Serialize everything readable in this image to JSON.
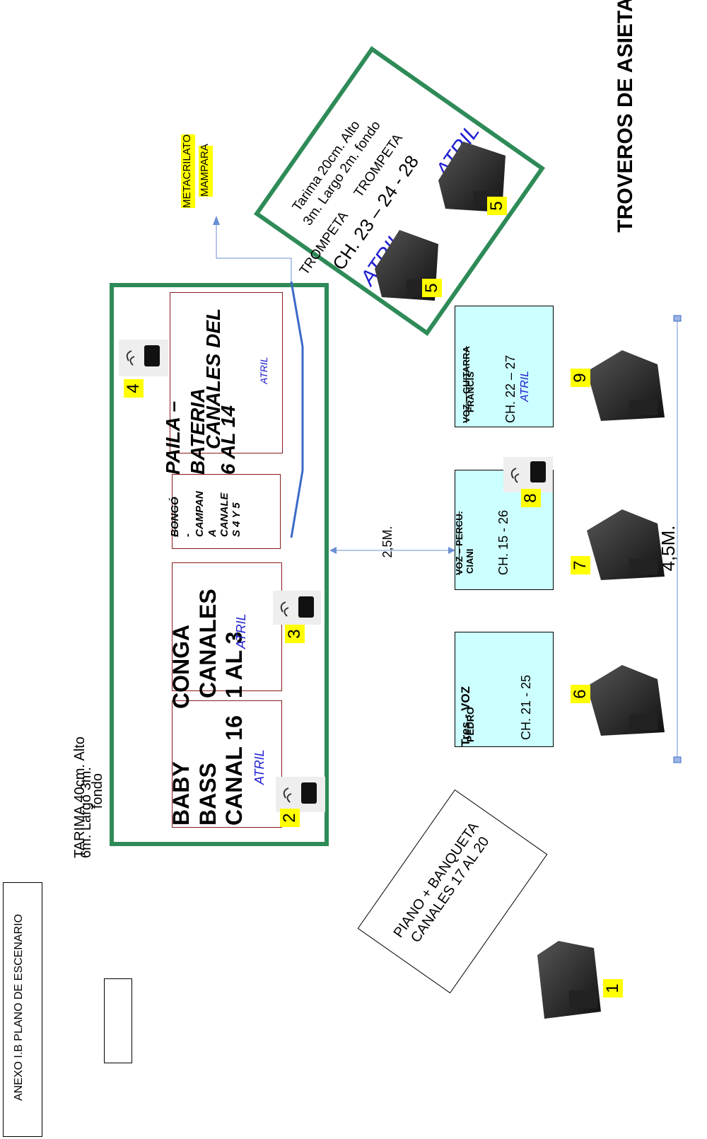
{
  "title": "TROVEROS DE ASIETA",
  "annex": "ANEXO I.B PLANO DE ESCENARIO",
  "tarima_main": {
    "line1": "TARIMA 40cm. Alto",
    "line2": "6m. Largo 3m.",
    "line3": "fondo"
  },
  "tarima_small": {
    "line1": "Tarima 20cm. Alto",
    "line2": "3m. Largo 2m. fondo"
  },
  "trumpets": {
    "left": "TROMPETA",
    "right": "TROMPETA",
    "channels": "CH. 23 – 24 - 28",
    "atril_a": "ATRIL",
    "atril_b": "ATRIL"
  },
  "metacrilato": {
    "line1": "METACRILATO",
    "line2": "MAMPARA"
  },
  "instruments": {
    "baby_bass": {
      "l1": "BABY",
      "l2": "BASS",
      "l3": "CANAL 16",
      "atril": "ATRIL"
    },
    "conga": {
      "l1": "CONGA",
      "l2": "CANALES",
      "l3": "1 AL 3",
      "atril": "ATRIL"
    },
    "bongo": {
      "l1": "BONGÓ",
      "l2": "-",
      "l3": "CAMPAN",
      "l4": "A",
      "l5": "CANALE",
      "l6": "S 4 Y 5"
    },
    "paila": {
      "l1": "PAILA –",
      "l2": "BATERIA",
      "l3": "CANALES DEL",
      "l4": "6 AL 14",
      "atril": "ATRIL"
    }
  },
  "musicians": {
    "pedro": {
      "role": "Tres - VOZ",
      "name": "PEDRO",
      "ch": "CH. 21 - 25"
    },
    "ciani": {
      "role": "VOZ – PERCU.",
      "name": "CIANI",
      "ch": "CH. 15 - 26"
    },
    "francis": {
      "role": "VOZ – GUITARRA",
      "name": "FRANCIS",
      "ch": "CH. 22 – 27",
      "atril": "ATRIL"
    }
  },
  "piano": {
    "l1": "PIANO + BANQUETA",
    "l2": "CANALES 17 AL 20"
  },
  "dimensions": {
    "gap": "2,5M.",
    "width": "4,5M."
  },
  "monitors": [
    "1",
    "2",
    "3",
    "4",
    "5",
    "5",
    "6",
    "7",
    "8",
    "9"
  ]
}
